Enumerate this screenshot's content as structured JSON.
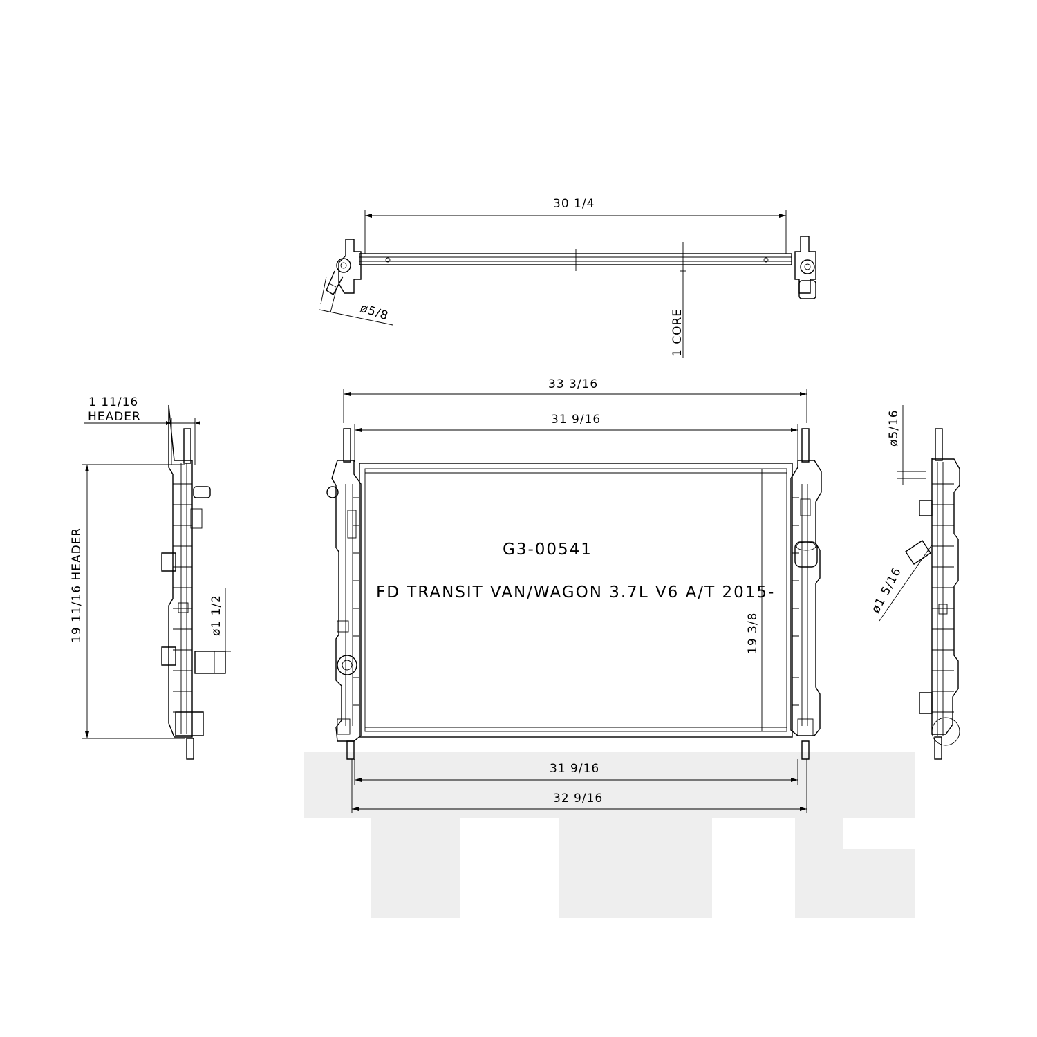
{
  "part_number": "G3-00541",
  "application": "FD TRANSIT VAN/WAGON 3.7L V6 A/T 2015-",
  "watermark": "TYC",
  "top_view": {
    "overall_width": "30 1/4",
    "inlet_diameter": "ø5/8",
    "core": "1 CORE"
  },
  "front_view": {
    "overall_width": "33 3/16",
    "top_tank_width": "31 9/16",
    "bottom_tank_width": "31 9/16",
    "bottom_overall_width": "32 9/16",
    "core_height": "19 3/8"
  },
  "left_view": {
    "header_depth_value": "1 11/16",
    "header_depth_label": "HEADER",
    "header_height": "19 11/16 HEADER",
    "outlet_diameter": "ø1 1/2"
  },
  "right_view": {
    "small_port": "ø5/16",
    "inlet_diameter": "ø1 5/16"
  }
}
